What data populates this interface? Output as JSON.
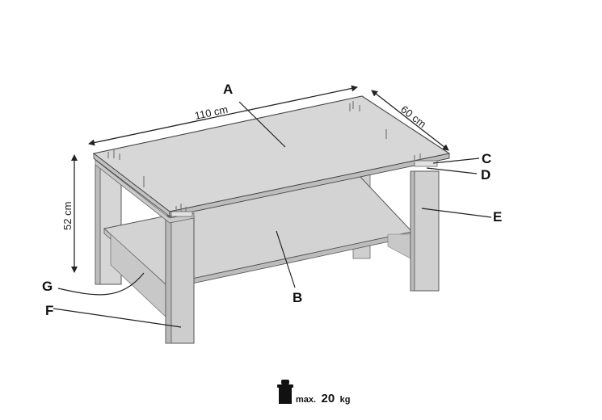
{
  "diagram": {
    "subject": "coffee-table-with-shelf",
    "dimensions": {
      "width": "110 cm",
      "depth": "60 cm",
      "height": "52 cm"
    },
    "parts": [
      {
        "id": "A",
        "label": "A",
        "target": "tabletop"
      },
      {
        "id": "B",
        "label": "B",
        "target": "lower-shelf"
      },
      {
        "id": "C",
        "label": "C",
        "target": "top-edge-strip"
      },
      {
        "id": "D",
        "label": "D",
        "target": "leg-top-connector"
      },
      {
        "id": "E",
        "label": "E",
        "target": "right-rear-leg"
      },
      {
        "id": "F",
        "label": "F",
        "target": "front-left-leg"
      },
      {
        "id": "G",
        "label": "G",
        "target": "shelf-support-rail"
      }
    ],
    "load": {
      "icon": "weight-icon",
      "prefix": "max.",
      "value": "20",
      "unit": "kg"
    },
    "colors": {
      "panel_light": "#d9d9d9",
      "panel_mid": "#c4c4c4",
      "panel_dark": "#b0b0b0",
      "line": "#444444"
    }
  }
}
